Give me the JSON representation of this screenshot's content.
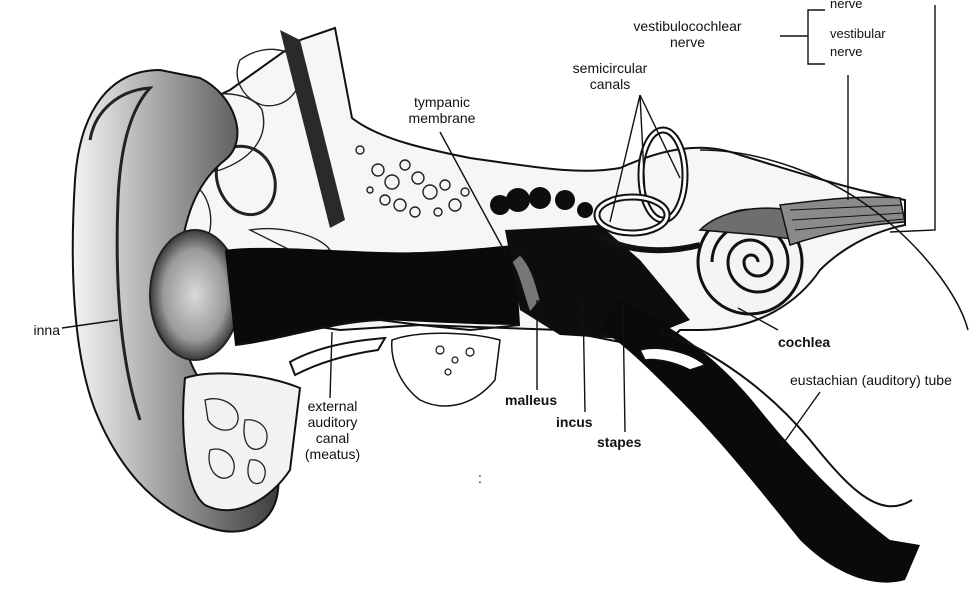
{
  "labels": {
    "pinna": "inna",
    "external_canal": [
      "external",
      "auditory",
      "canal",
      "(meatus)"
    ],
    "tympanic": [
      "tympanic",
      "membrane"
    ],
    "semicircular": [
      "semicircular",
      "canals"
    ],
    "vestibulocochlear": [
      "vestibulocochlear",
      "nerve"
    ],
    "nerve_bracket": [
      "nerve",
      "vestibular",
      "nerve"
    ],
    "cochlea": "cochlea",
    "eustachian": "eustachian (auditory) tube",
    "malleus": "malleus",
    "incus": "incus",
    "stapes": "stapes",
    "colon_mark": ":"
  },
  "colors": {
    "ink": "#111111",
    "paper": "#ffffff",
    "shade": "#6b6b6b"
  }
}
